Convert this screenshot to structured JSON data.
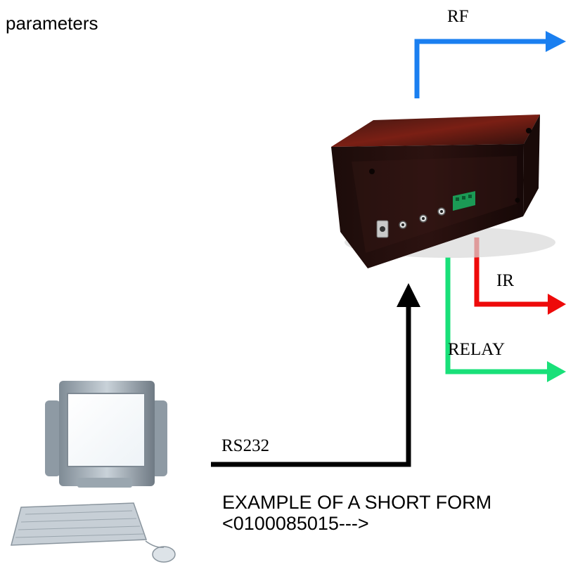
{
  "intro": {
    "text": "parameters"
  },
  "signals": {
    "rf": {
      "label": "RF",
      "color": "#1a7ff0"
    },
    "ir": {
      "label": "IR",
      "color": "#ee0a0a"
    },
    "relay": {
      "label": "RELAY",
      "color": "#19e079"
    },
    "rs232": {
      "label": "RS232",
      "color": "#000000"
    }
  },
  "example": {
    "title": "EXAMPLE OF A SHORT FORM",
    "code": "<0100085015--->"
  },
  "icons": {
    "device": "controller-box-icon",
    "computer": "desktop-computer-icon"
  }
}
